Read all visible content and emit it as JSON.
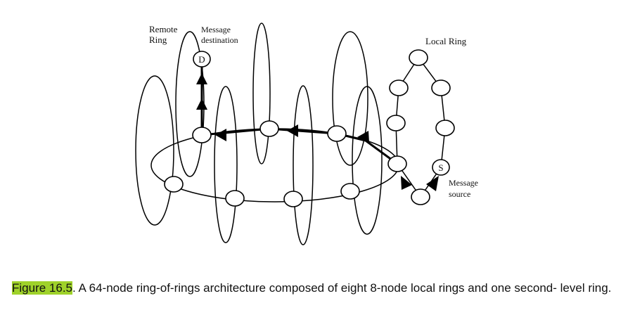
{
  "figure": {
    "labels": {
      "remote_ring_line1": "Remote",
      "remote_ring_line2": "Ring",
      "dest_line1": "Message",
      "dest_line2": "destination",
      "local_ring": "Local Ring",
      "source_line1": "Message",
      "source_line2": "source",
      "dest_node": "D",
      "source_node": "S"
    }
  },
  "caption": {
    "figure_number": "Figure 16.5",
    "text": ". A 64-node ring-of-rings architecture composed of eight 8-node local rings and one second- level ring."
  }
}
